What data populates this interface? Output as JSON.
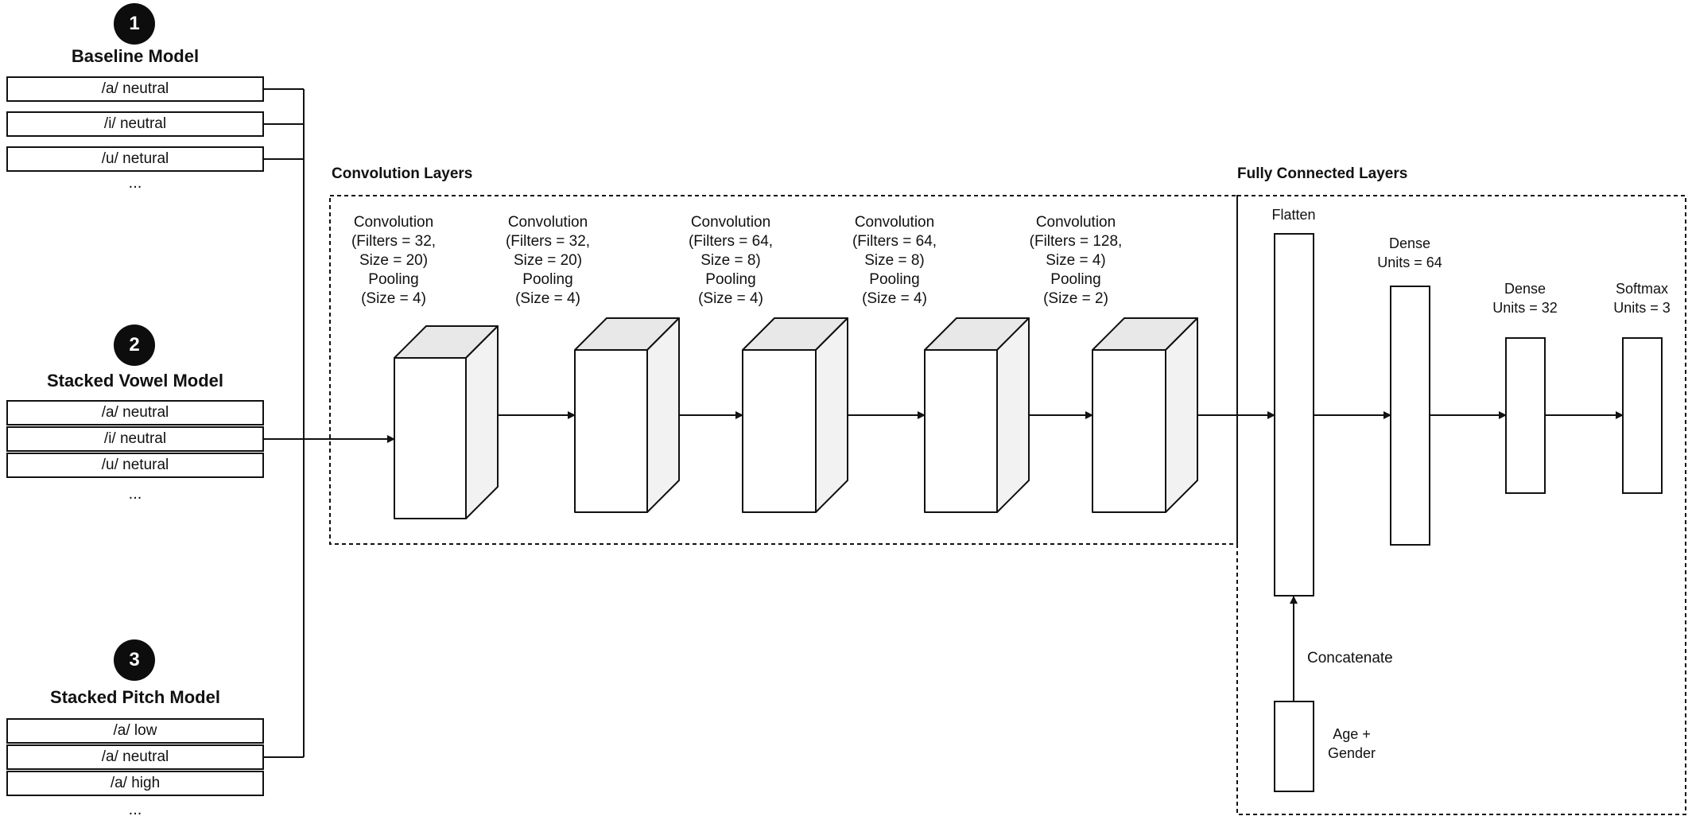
{
  "models": [
    {
      "number": "1",
      "title": "Baseline Model",
      "inputs": [
        "/a/ neutral",
        "/i/ neutral",
        "/u/ netural"
      ],
      "more": "..."
    },
    {
      "number": "2",
      "title": "Stacked Vowel Model",
      "inputs": [
        "/a/ neutral",
        "/i/ neutral",
        "/u/ netural"
      ],
      "more": "..."
    },
    {
      "number": "3",
      "title": "Stacked Pitch Model",
      "inputs": [
        "/a/ low",
        "/a/ neutral",
        "/a/ high"
      ],
      "more": "..."
    }
  ],
  "convolution": {
    "title": "Convolution Layers",
    "layers": [
      {
        "label": "Convolution\n(Filters = 32,\nSize = 20)\nPooling\n(Size = 4)"
      },
      {
        "label": "Convolution\n(Filters = 32,\nSize = 20)\nPooling\n(Size = 4)"
      },
      {
        "label": "Convolution\n(Filters = 64,\nSize = 8)\nPooling\n(Size = 4)"
      },
      {
        "label": "Convolution\n(Filters = 64,\nSize = 8)\nPooling\n(Size = 4)"
      },
      {
        "label": "Convolution\n(Filters = 128,\nSize = 4)\nPooling\n(Size = 2)"
      }
    ]
  },
  "fully_connected": {
    "title": "Fully Connected Layers",
    "flatten": "Flatten",
    "dense1": "Dense\nUnits = 64",
    "dense2": "Dense\nUnits = 32",
    "softmax": "Softmax\nUnits = 3",
    "concatenate": "Concatenate",
    "extra_input": "Age +\nGender"
  },
  "colors": {
    "line": "#111111",
    "cube_top": "#e8e8e8",
    "cube_side": "#f2f2f2",
    "badge": "#0d0d0d"
  }
}
